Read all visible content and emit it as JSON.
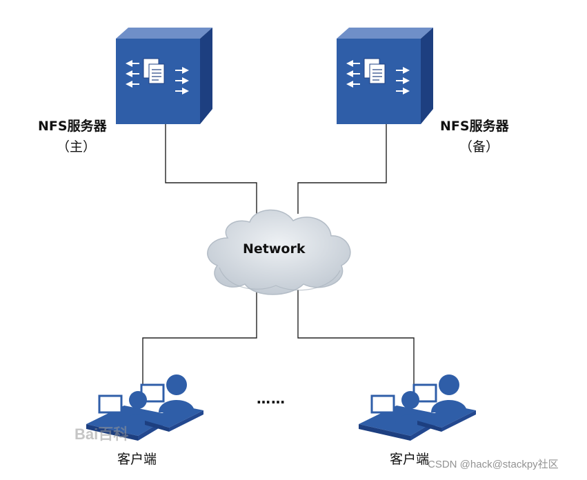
{
  "servers": [
    {
      "name": "NFS服务器",
      "role": "（主）"
    },
    {
      "name": "NFS服务器",
      "role": "（备）"
    }
  ],
  "network": {
    "label": "Network"
  },
  "clients": [
    {
      "name": "客户端"
    },
    {
      "name": "客户端"
    }
  ],
  "ellipsis": "……",
  "watermarks": {
    "baidu": "Bai百科",
    "csdn": "CSDN @hack@stackpy社区"
  },
  "colors": {
    "device_front": "#2f5ea8",
    "device_top": "#6f8fc8",
    "device_side": "#1d3f80",
    "cloud_fill": "#d7dde4",
    "cloud_shade": "#b9c2cc",
    "line": "#222222"
  }
}
